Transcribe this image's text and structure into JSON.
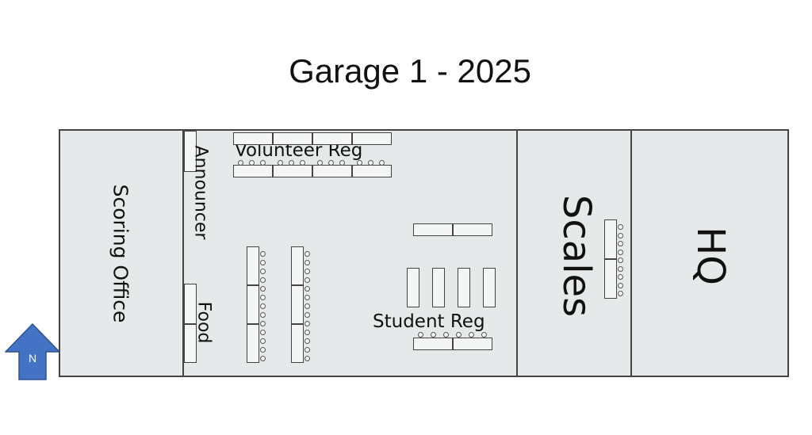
{
  "title": "Garage 1 - 2025",
  "rooms": {
    "scoring_office": "Scoring Office",
    "announcer": "Announcer",
    "food": "Food",
    "volunteer_reg": "Volunteer Reg",
    "student_reg": "Student Reg",
    "scales": "Scales",
    "hq": "HQ"
  },
  "compass": {
    "label": "N",
    "color": "#4472c4"
  }
}
